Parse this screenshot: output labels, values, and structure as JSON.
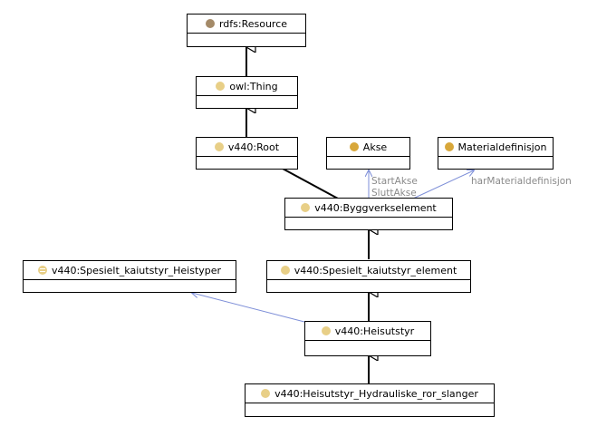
{
  "colors": {
    "resource_dot": "#a48a68",
    "class_dot": "#e8cf87",
    "property_dot": "#d8a73a",
    "enum_dot": "#e8cf87",
    "inheritance_line": "#000000",
    "relation_line": "#7e8fd8",
    "relation_label": "#8a8a8a"
  },
  "nodes": {
    "rdfs_resource": {
      "label": "rdfs:Resource",
      "icon": "circle-icon"
    },
    "owl_thing": {
      "label": "owl:Thing",
      "icon": "circle-icon"
    },
    "v440_root": {
      "label": "v440:Root",
      "icon": "circle-icon"
    },
    "akse": {
      "label": "Akse",
      "icon": "circle-icon"
    },
    "materialdefinisjon": {
      "label": "Materialdefinisjon",
      "icon": "circle-icon"
    },
    "byggverkselement": {
      "label": "v440:Byggverkselement",
      "icon": "circle-icon"
    },
    "heistyper": {
      "label": "v440:Spesielt_kaiutstyr_Heistyper",
      "icon": "list-circle-icon"
    },
    "kaiutstyr_element": {
      "label": "v440:Spesielt_kaiutstyr_element",
      "icon": "circle-icon"
    },
    "heisutstyr": {
      "label": "v440:Heisutstyr",
      "icon": "circle-icon"
    },
    "hydrauliske": {
      "label": "v440:Heisutstyr_Hydrauliske_ror_slanger",
      "icon": "circle-icon"
    }
  },
  "edges": {
    "start_akse": "StartAkse",
    "slutt_akse": "SluttAkse",
    "har_materialdefinisjon": "harMaterialdefinisjon"
  }
}
